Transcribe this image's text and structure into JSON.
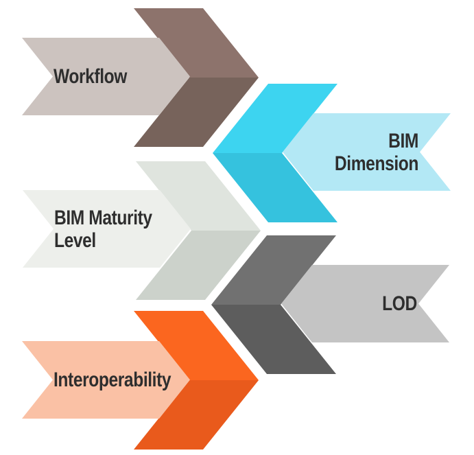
{
  "diagram": {
    "background": "#FFFFFF",
    "text_color": "#2E2E2E",
    "items": [
      {
        "id": "workflow",
        "label": "Workflow",
        "direction": "right",
        "chevron_upper_color": "#8D736C",
        "chevron_lower_color": "#77635B",
        "banner_color": "#CCC3BF"
      },
      {
        "id": "bim-dimension",
        "label": "BIM Dimension",
        "direction": "left",
        "chevron_upper_color": "#3DD4F0",
        "chevron_lower_color": "#35C2DE",
        "banner_color": "#B3E8F5"
      },
      {
        "id": "bim-maturity-level",
        "label": "BIM Maturity Level",
        "direction": "right",
        "chevron_upper_color": "#DFE4DE",
        "chevron_lower_color": "#CCD2CB",
        "banner_color": "#EDEFEB"
      },
      {
        "id": "lod",
        "label": "LOD",
        "direction": "left",
        "chevron_upper_color": "#717171",
        "chevron_lower_color": "#5D5D5D",
        "banner_color": "#C4C4C4"
      },
      {
        "id": "interoperability",
        "label": "Interoperability",
        "direction": "right",
        "chevron_upper_color": "#FB661F",
        "chevron_lower_color": "#E95A1C",
        "banner_color": "#FAC1A5"
      }
    ]
  }
}
